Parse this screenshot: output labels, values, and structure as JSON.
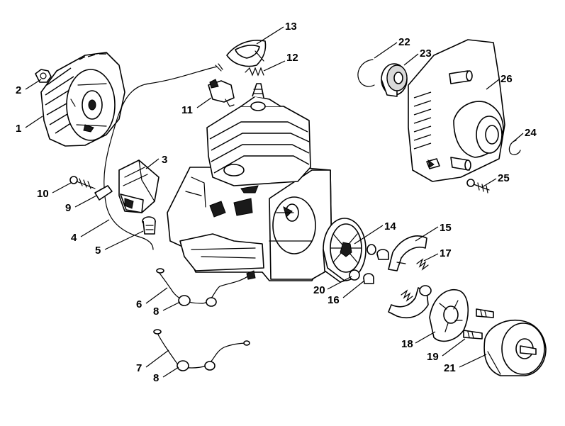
{
  "callouts": [
    {
      "id": "c1",
      "text": "1"
    },
    {
      "id": "c2",
      "text": "2"
    },
    {
      "id": "c3",
      "text": "3"
    },
    {
      "id": "c4",
      "text": "4"
    },
    {
      "id": "c5",
      "text": "5"
    },
    {
      "id": "c6",
      "text": "6"
    },
    {
      "id": "c7",
      "text": "7"
    },
    {
      "id": "c8a",
      "text": "8"
    },
    {
      "id": "c8b",
      "text": "8"
    },
    {
      "id": "c9",
      "text": "9"
    },
    {
      "id": "c10",
      "text": "10"
    },
    {
      "id": "c11",
      "text": "11"
    },
    {
      "id": "c12",
      "text": "12"
    },
    {
      "id": "c13",
      "text": "13"
    },
    {
      "id": "c14",
      "text": "14"
    },
    {
      "id": "c15",
      "text": "15"
    },
    {
      "id": "c16",
      "text": "16"
    },
    {
      "id": "c17",
      "text": "17"
    },
    {
      "id": "c18",
      "text": "18"
    },
    {
      "id": "c19",
      "text": "19"
    },
    {
      "id": "c20",
      "text": "20"
    },
    {
      "id": "c21",
      "text": "21"
    },
    {
      "id": "c22",
      "text": "22"
    },
    {
      "id": "c23",
      "text": "23"
    },
    {
      "id": "c24",
      "text": "24"
    },
    {
      "id": "c25",
      "text": "25"
    },
    {
      "id": "c26",
      "text": "26"
    }
  ]
}
